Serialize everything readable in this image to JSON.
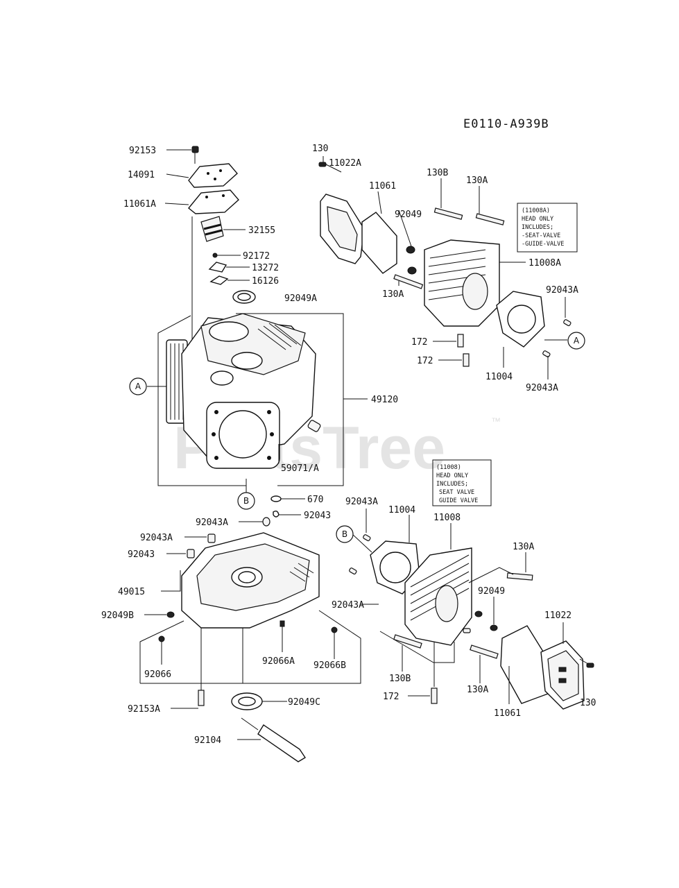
{
  "diagram": {
    "code": "E0110-A939B",
    "watermark": "PartsTree",
    "watermark_tm": "™",
    "callouts": {
      "a": "A",
      "b": "B"
    },
    "notes": {
      "head_a": [
        "(11008A)",
        "HEAD ONLY",
        "INCLUDES;",
        "-SEAT-VALVE",
        "-GUIDE-VALVE"
      ],
      "head": [
        "(11008)",
        "HEAD ONLY",
        "INCLUDES;",
        "SEAT VALVE",
        "GUIDE VALVE"
      ]
    },
    "labels": {
      "l92153": "92153",
      "l14091": "14091",
      "l11061A": "11061A",
      "l32155": "32155",
      "l92172": "92172",
      "l13272": "13272",
      "l16126": "16126",
      "l92049A": "92049A",
      "l49120": "49120",
      "l59071A": "59071/A",
      "l670": "670",
      "l130_top": "130",
      "l11022A": "11022A",
      "l11061_top": "11061",
      "l130B_top": "130B",
      "l130A_top": "130A",
      "l92049_top": "92049",
      "l11008A": "11008A",
      "l92043A_r1": "92043A",
      "l130A_mid": "130A",
      "l172_a": "172",
      "l172_b": "172",
      "l11004_top": "11004",
      "l92043A_r2": "92043A",
      "l92043A_m1": "92043A",
      "l92043_m1": "92043",
      "l92043A_m2": "92043A",
      "l92043_m2": "92043",
      "l49015": "49015",
      "l92049B": "92049B",
      "l92066": "92066",
      "l92066A": "92066A",
      "l92066B": "92066B",
      "l92153A": "92153A",
      "l92049C": "92049C",
      "l92104": "92104",
      "l92043A_b1": "92043A",
      "l11004_b": "11004",
      "l11008": "11008",
      "l130A_b1": "130A",
      "l92049_b": "92049",
      "l92043A_b2": "92043A",
      "l11022": "11022",
      "l130B_b": "130B",
      "l130A_b2": "130A",
      "l172_c": "172",
      "l11061_b": "11061",
      "l130_b": "130"
    }
  }
}
